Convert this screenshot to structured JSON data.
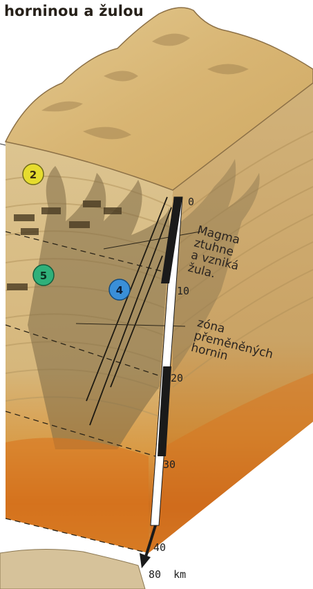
{
  "title": "horninou a žulou",
  "annotations": {
    "magma": "Magma\nztuhne\na vzniká\nžula.",
    "zone": "zóna\npřeměněných\nhornin"
  },
  "markers": [
    "2",
    "5",
    "4"
  ],
  "depth_scale": {
    "ticks": [
      "0",
      "10",
      "20",
      "30",
      "40"
    ],
    "bottom": "80",
    "unit": "km"
  },
  "colors": {
    "surface": "#d9b877",
    "front_face": "#d9c08a",
    "side_face": "#cba86e",
    "magma": "#d8741e",
    "shadow_tree": "#7d6a46",
    "marker_yellow": "#e6dc2e",
    "marker_green": "#2fb07a",
    "marker_blue": "#3a8fd8"
  }
}
